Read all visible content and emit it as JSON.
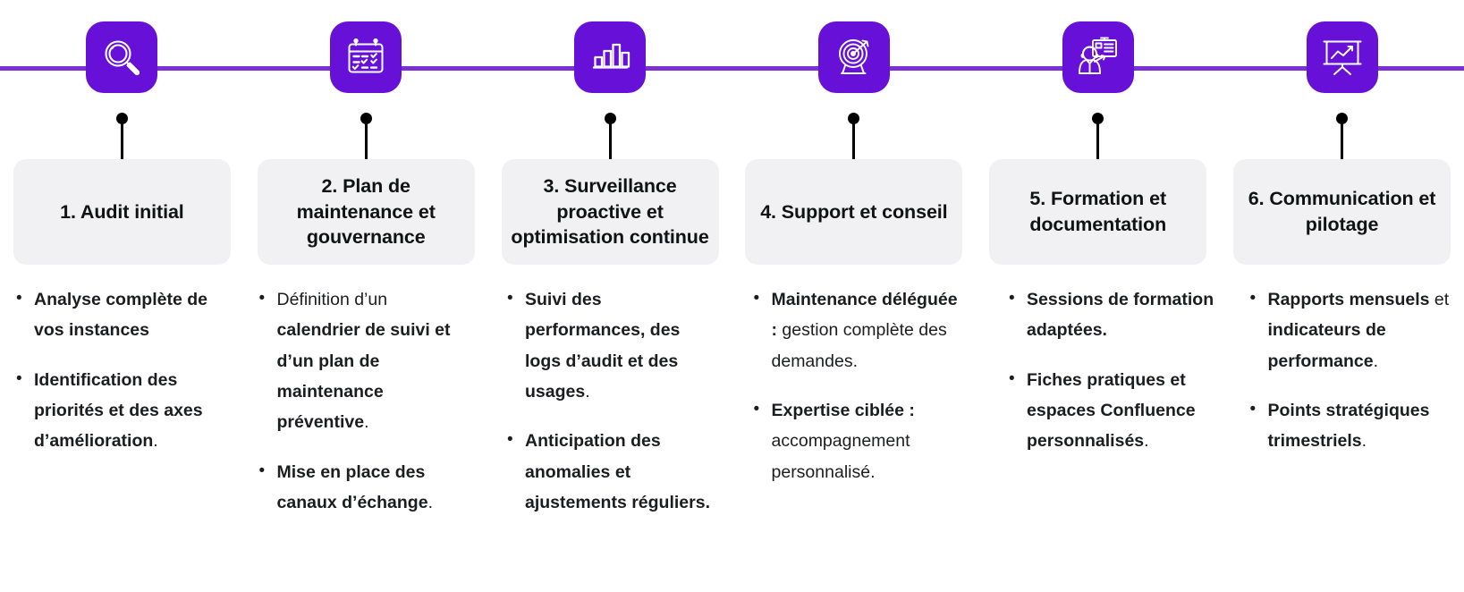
{
  "theme": {
    "tile_color": "#6610d8",
    "rail_color": "#7b2fd4",
    "card_bg": "#f1f1f3",
    "text_color": "#1c1d20",
    "icon_stroke": "#ffffff",
    "connector_color": "#000000"
  },
  "steps": [
    {
      "icon": "magnifier-icon",
      "title": "1. Audit initial",
      "bullets": [
        [
          {
            "text": "Analyse complète de vos instances",
            "weight": "bold"
          }
        ],
        [
          {
            "text": "Identification des priorités",
            "weight": "bold"
          },
          {
            "text": " ",
            "weight": "bold"
          },
          {
            "text": "et des axes d’amélioration",
            "weight": "bold"
          },
          {
            "text": ".",
            "weight": "normal"
          }
        ]
      ]
    },
    {
      "icon": "calendar-check-icon",
      "title": "2. Plan de maintenance et gouvernance",
      "bullets": [
        [
          {
            "text": "Définition d’un ",
            "weight": "normal"
          },
          {
            "text": "calendrier de suivi et d’un plan de maintenance préventive",
            "weight": "bold"
          },
          {
            "text": ".",
            "weight": "normal"
          }
        ],
        [
          {
            "text": "Mise en place des canaux d’échange",
            "weight": "bold"
          },
          {
            "text": ".",
            "weight": "normal"
          }
        ]
      ]
    },
    {
      "icon": "bar-chart-icon",
      "title": "3. Surveillance proactive et optimisation continue",
      "bullets": [
        [
          {
            "text": "Suivi des performances, des logs d’audit et des usages",
            "weight": "bold"
          },
          {
            "text": ".",
            "weight": "normal"
          }
        ],
        [
          {
            "text": "Anticipation des anomalies",
            "weight": "bold"
          },
          {
            "text": " ",
            "weight": "bold"
          },
          {
            "text": "et ajustements réguliers.",
            "weight": "bold"
          }
        ]
      ]
    },
    {
      "icon": "target-icon",
      "title": "4. Support et conseil",
      "bullets": [
        [
          {
            "text": "Maintenance déléguée :",
            "weight": "bold"
          },
          {
            "text": " gestion complète des demandes.",
            "weight": "normal"
          }
        ],
        [
          {
            "text": "Expertise ciblée :",
            "weight": "bold"
          },
          {
            "text": " accompagnement personnalisé.",
            "weight": "normal"
          }
        ]
      ]
    },
    {
      "icon": "presenter-icon",
      "title": "5. Formation et documentation",
      "bullets": [
        [
          {
            "text": "Sessions de formation adaptées.",
            "weight": "bold"
          }
        ],
        [
          {
            "text": "Fiches pratiques et espaces Confluence personnalisés",
            "weight": "bold"
          },
          {
            "text": ".",
            "weight": "normal"
          }
        ]
      ]
    },
    {
      "icon": "presentation-chart-icon",
      "title": "6. Communication et pilotage",
      "bullets": [
        [
          {
            "text": "Rapports mensuels",
            "weight": "bold"
          },
          {
            "text": " et ",
            "weight": "normal"
          },
          {
            "text": "indicateurs de performance",
            "weight": "bold"
          },
          {
            "text": ".",
            "weight": "normal"
          }
        ],
        [
          {
            "text": "Points stratégiques trimestriels",
            "weight": "bold"
          },
          {
            "text": ".",
            "weight": "normal"
          }
        ]
      ]
    }
  ]
}
